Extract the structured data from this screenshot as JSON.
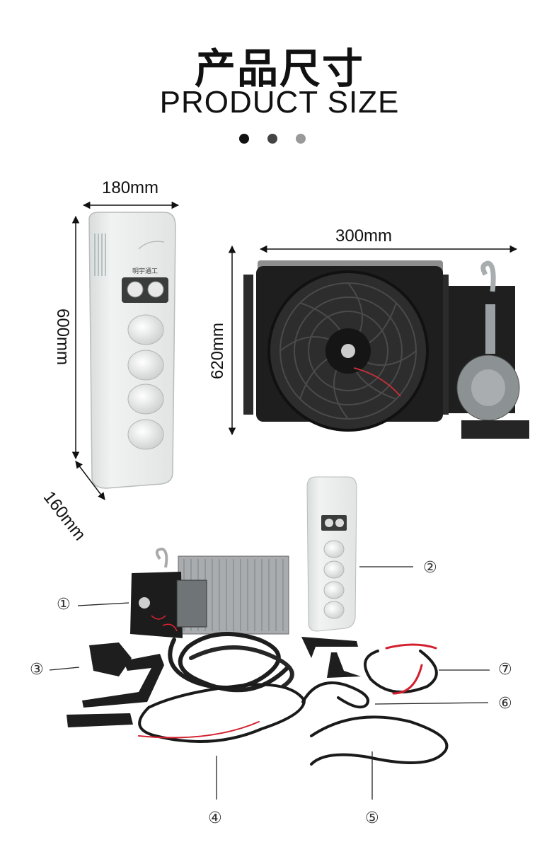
{
  "header": {
    "title_cn": "产品尺寸",
    "title_en": "PRODUCT SIZE",
    "dot_colors": [
      "#111111",
      "#444444",
      "#999999"
    ]
  },
  "dimensions": {
    "evaporator_width": "180mm",
    "evaporator_height": "600mm",
    "evaporator_depth": "160mm",
    "condenser_width": "300mm",
    "condenser_height": "620mm"
  },
  "evaporator_label": "明宇通工",
  "callouts": [
    "①",
    "②",
    "③",
    "④",
    "⑤",
    "⑥",
    "⑦"
  ]
}
